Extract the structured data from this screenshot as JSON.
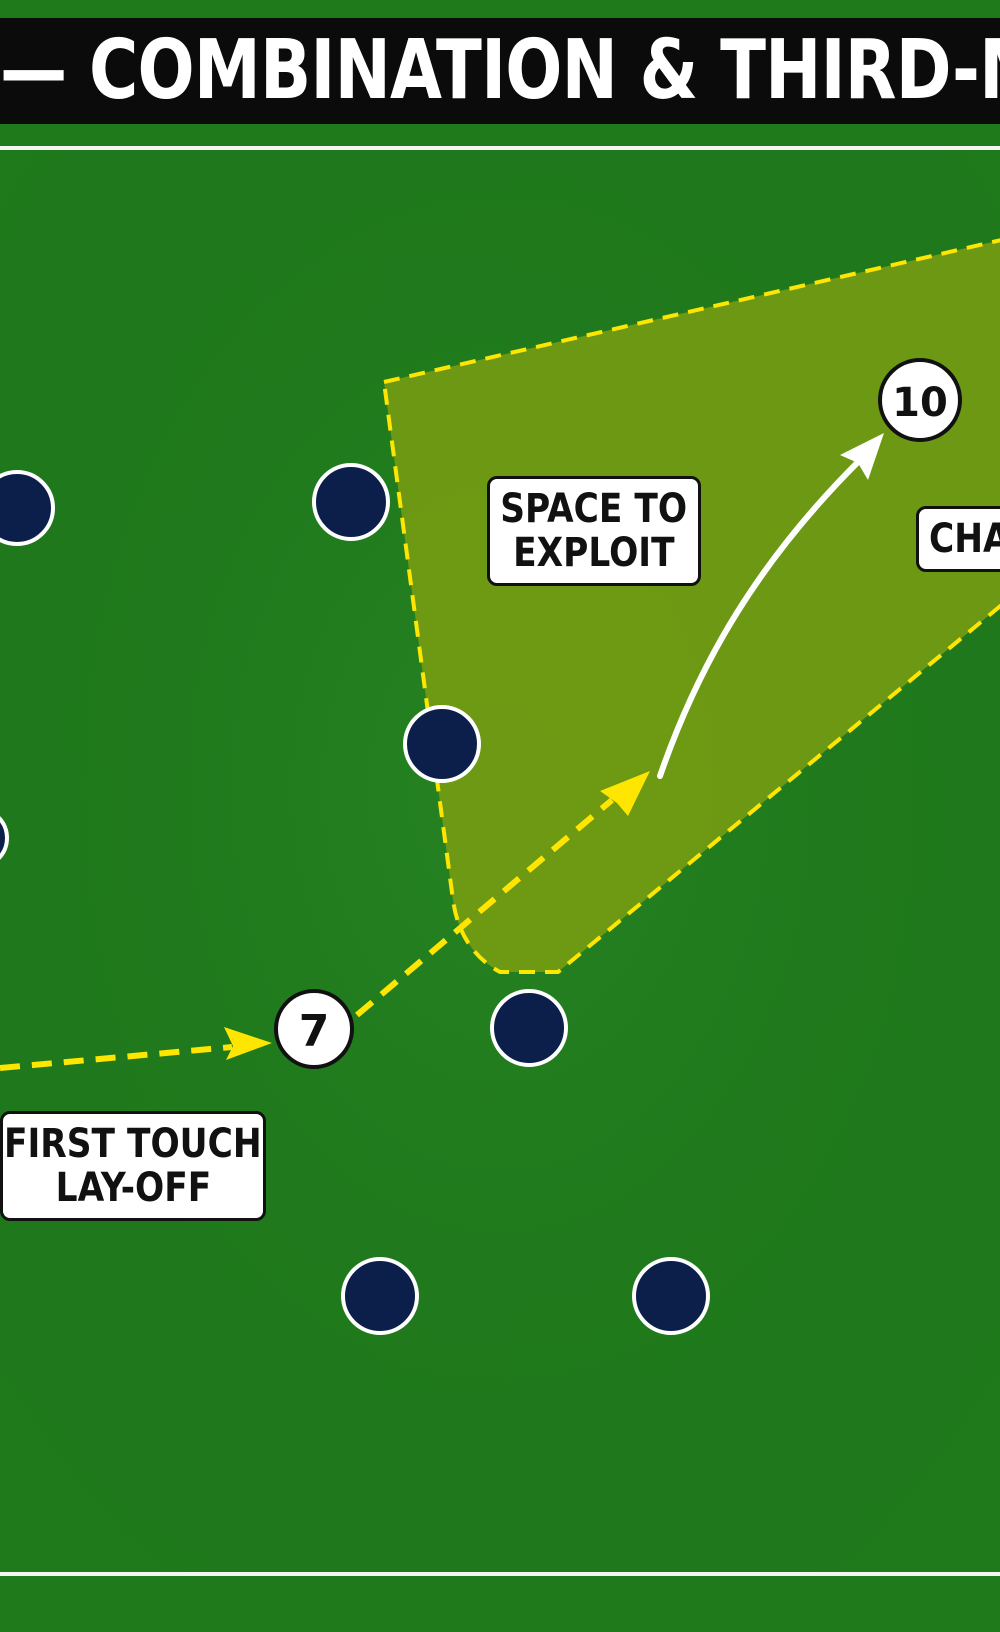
{
  "title": "— COMBINATION & THIRD-MA",
  "players": {
    "seven": "7",
    "ten": "10"
  },
  "labels": {
    "space_line1": "SPACE TO",
    "space_line2": "EXPLOIT",
    "touch_line1": "FIRST TOUCH",
    "touch_line2": "LAY-OFF",
    "channel_partial": "CHA"
  },
  "colors": {
    "pitch": "#1f7a1c",
    "zone_fill": "#7a9e12",
    "pass_line": "#ffe600",
    "run_line": "#ffffff",
    "defender": "#0b1f4a",
    "title_bar": "#0b0b0b"
  },
  "icons": {
    "defender": "navy-circle",
    "attacker": "white-numbered-circle",
    "pass": "yellow-dashed-arrow",
    "run": "white-curved-arrow"
  }
}
